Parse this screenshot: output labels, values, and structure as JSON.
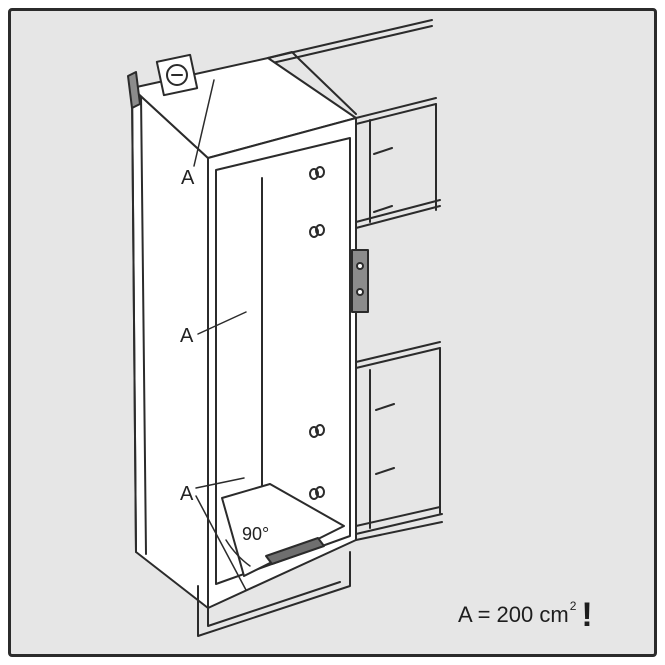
{
  "labels": {
    "a_top": "A",
    "a_side": "A",
    "a_bottom": "A",
    "angle": "90°"
  },
  "formula": {
    "prefix": "A = 200 cm",
    "exponent": "2",
    "mark": "!"
  },
  "colors": {
    "background": "#e6e6e6",
    "line": "#2b2b2b",
    "panel_white": "#ffffff",
    "bracket_gray": "#8c8c8c"
  }
}
